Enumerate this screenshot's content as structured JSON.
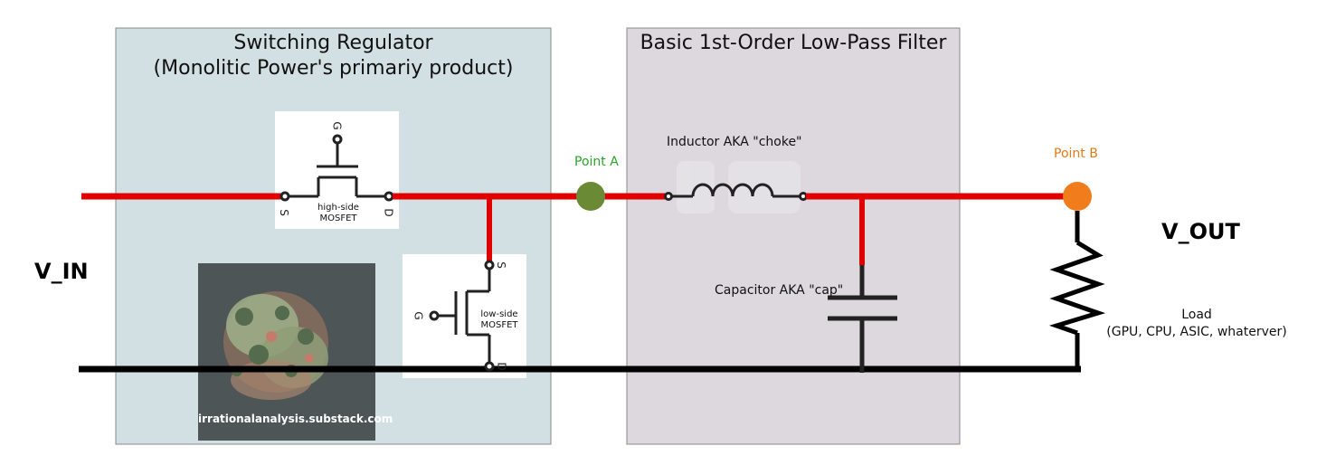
{
  "regulator": {
    "title_line1": "Switching Regulator",
    "title_line2": "(Monolitic Power's primariy product)",
    "high_side": {
      "line1": "high-side",
      "line2": "MOSFET",
      "pin_g": "G",
      "pin_s": "S",
      "pin_d": "D"
    },
    "low_side": {
      "line1": "low-side",
      "line2": "MOSFET",
      "pin_g": "G",
      "pin_s": "S",
      "pin_d": "D"
    },
    "watermark": "irrationalanalysis.substack.com"
  },
  "filter": {
    "title": "Basic 1st-Order Low-Pass Filter",
    "inductor_label": "Inductor AKA \"choke\"",
    "capacitor_label": "Capacitor AKA \"cap\""
  },
  "points": {
    "a": {
      "label": "Point A",
      "color": "#6b8a36",
      "label_color": "#2aa52a"
    },
    "b": {
      "label": "Point B",
      "color": "#f07c1c",
      "label_color": "#e07a1a"
    }
  },
  "v_in": "V_IN",
  "v_out": "V_OUT",
  "load": {
    "line1": "Load",
    "line2": "(GPU, CPU, ASIC, whaterver)"
  },
  "colors": {
    "wire_hot": "#e00000",
    "wire_ground": "#000000",
    "regulator_bg": "#d2dfe3",
    "filter_bg": "#dcd8de",
    "box_border": "#888888"
  }
}
